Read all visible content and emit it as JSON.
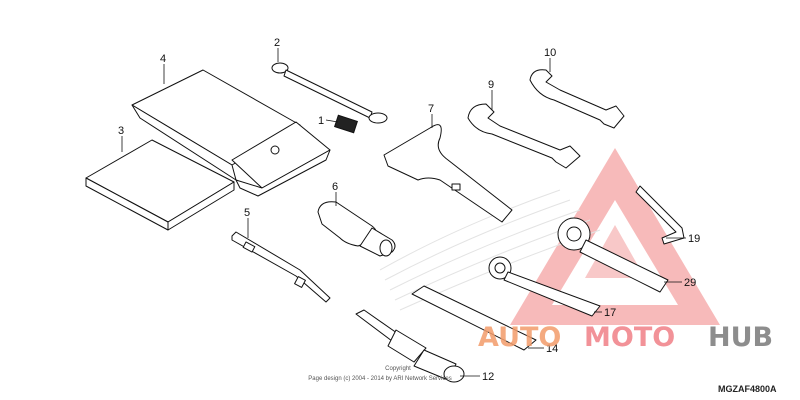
{
  "diagram": {
    "parts": [
      {
        "id": "part-1",
        "label": "1"
      },
      {
        "id": "part-2",
        "label": "2"
      },
      {
        "id": "part-3",
        "label": "3"
      },
      {
        "id": "part-4",
        "label": "4"
      },
      {
        "id": "part-5",
        "label": "5"
      },
      {
        "id": "part-6",
        "label": "6"
      },
      {
        "id": "part-7",
        "label": "7"
      },
      {
        "id": "part-9",
        "label": "9"
      },
      {
        "id": "part-10",
        "label": "10"
      },
      {
        "id": "part-12",
        "label": "12"
      },
      {
        "id": "part-14",
        "label": "14"
      },
      {
        "id": "part-17",
        "label": "17"
      },
      {
        "id": "part-19",
        "label": "19"
      },
      {
        "id": "part-29",
        "label": "29"
      }
    ],
    "drawing_code": "MGZAF4800A",
    "copyright_line1": "Copyright",
    "copyright_line2": "Page design (c) 2004 - 2014 by ARI Network Services"
  },
  "watermark": {
    "word_auto": "AUTO",
    "word_moto": "MOTO",
    "word_hub": "HUB",
    "colors": {
      "auto": "#f39c6b",
      "moto": "#f07f87",
      "hub": "#7a7a7a",
      "triangle": "#f4a3a3"
    }
  }
}
